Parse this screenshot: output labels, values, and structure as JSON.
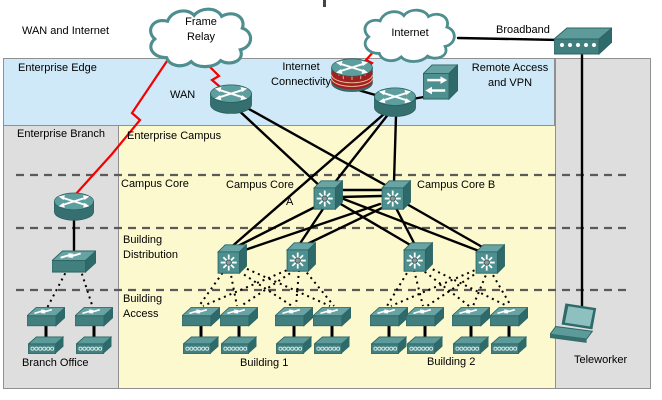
{
  "labels": {
    "wan_and_internet": "WAN and Internet",
    "frame_relay": {
      "line1": "Frame",
      "line2": "Relay"
    },
    "internet_cloud": "Internet",
    "broadband": "Broadband",
    "enterprise_edge": "Enterprise Edge",
    "wan": "WAN",
    "internet_connectivity": {
      "line1": "Internet",
      "line2": "Connectivity"
    },
    "remote_access_vpn": {
      "line1": "Remote Access",
      "line2": "and VPN"
    },
    "enterprise_branch": "Enterprise Branch",
    "enterprise_campus": "Enterprise Campus",
    "campus_core_zone": "Campus Core",
    "campus_core_a": {
      "line1": "Campus Core",
      "line2": "A"
    },
    "campus_core_b": "Campus Core B",
    "building_distribution": {
      "line1": "Building",
      "line2": "Distribution"
    },
    "building_access": {
      "line1": "Building",
      "line2": "Access"
    },
    "branch_office": "Branch Office",
    "building_1": "Building 1",
    "building_2": "Building 2",
    "teleworker": "Teleworker"
  },
  "colors": {
    "enterprise_edge_band": "#cfe9f8",
    "campus_background": "#fdf9cf",
    "side_panels": "#dedede",
    "device_teal": "#4e8f8f",
    "serial_link_red": "#f40000",
    "link_black": "#000000",
    "zone_divider_gray": "#5a5a5a"
  },
  "icons": {
    "cloud": "wan-cloud outline",
    "router": "cylinder with crossed arrows",
    "firewall_router": "router with red brick band",
    "layer3_switch": "cube with starburst",
    "workgroup_switch": "flat box with arrows",
    "hub": "flat box with ports",
    "vpn_concentrator": "box with opposing arrows",
    "broadband_modem": "flat box with indicator dots",
    "laptop": "teleworker laptop"
  }
}
